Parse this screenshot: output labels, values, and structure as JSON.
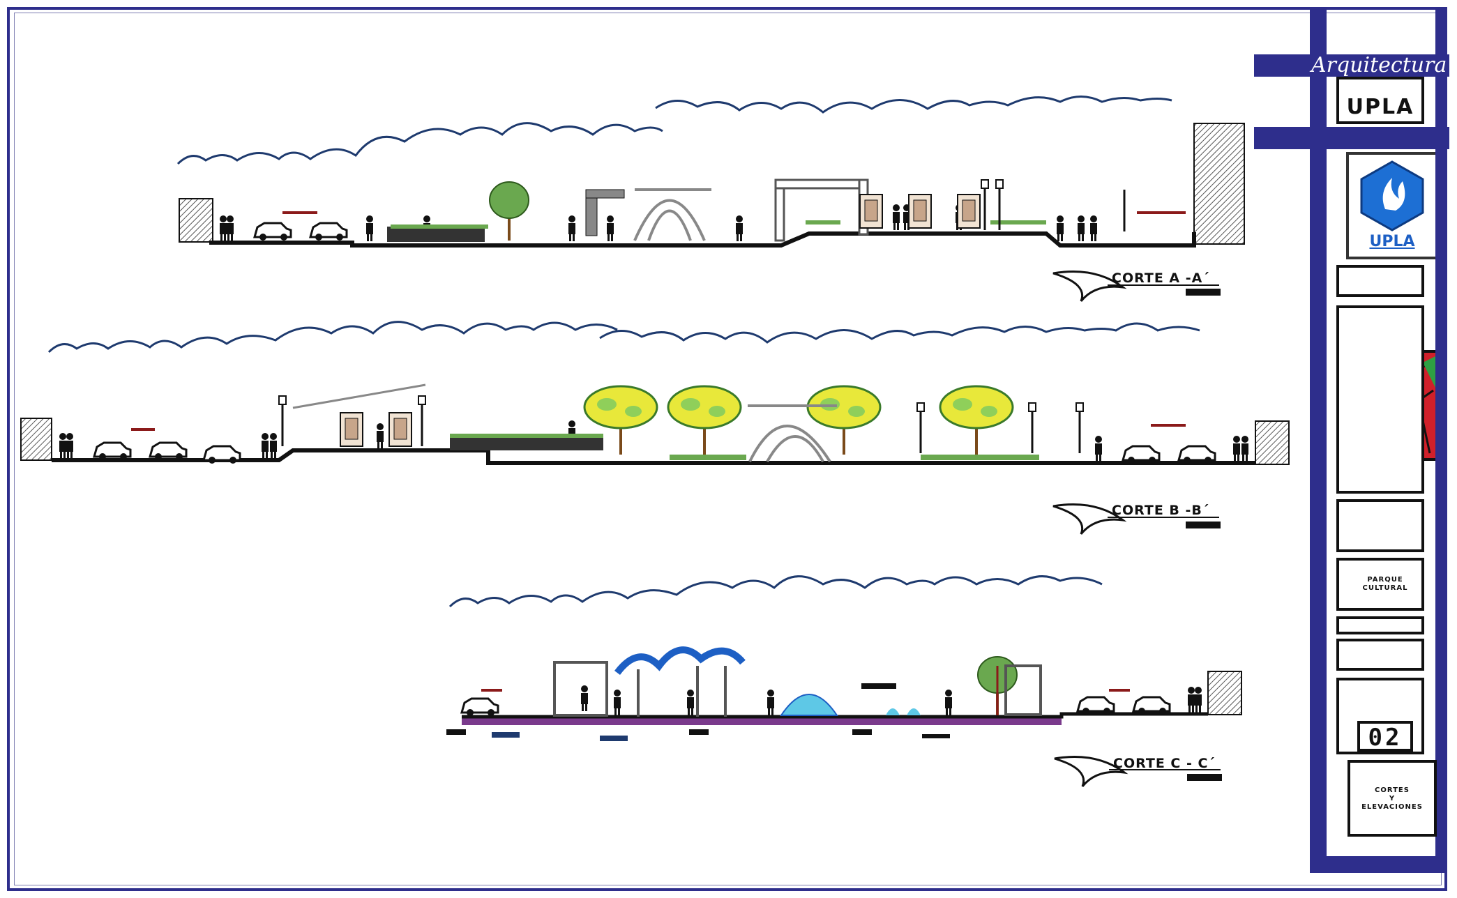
{
  "sections": [
    {
      "id": "a",
      "label": "CORTE A -A´"
    },
    {
      "id": "b",
      "label": "CORTE B -B´"
    },
    {
      "id": "c",
      "label": "CORTE C - C´"
    }
  ],
  "title_block": {
    "header_script": "Arquitectura",
    "university_short": "UPLA",
    "logo_caption": "UPLA",
    "project_name_line1": "PARQUE",
    "project_name_line2": "CULTURAL",
    "sheet_number": "02",
    "sheet_title_line1": "CORTES",
    "sheet_title_line2": "Y",
    "sheet_title_line3": "ELEVACIONES"
  },
  "colors": {
    "frame": "#2e2e8c",
    "cloud": "#1e3a6e",
    "tree_green": "#6aa84f",
    "tree_yellow": "#e8e83a",
    "water": "#5ec8e6",
    "floor_purple": "#7a3a8c",
    "canopy_blue": "#1d5fc4",
    "map_red": "#d0202a"
  }
}
